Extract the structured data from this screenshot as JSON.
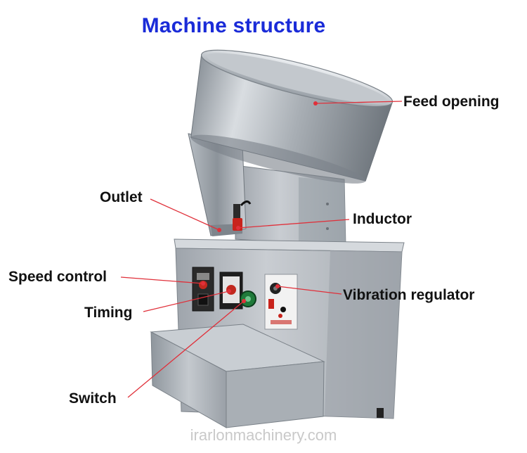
{
  "title": "Machine structure",
  "callouts": {
    "feed_opening": "Feed opening",
    "outlet": "Outlet",
    "inductor": "Inductor",
    "speed_control": "Speed control",
    "timing": "Timing",
    "vibration_regulator": "Vibration regulator",
    "switch": "Switch"
  },
  "watermark": "irarlonmachinery.com",
  "colors": {
    "title": "#1a2bd8",
    "leader_line": "#e0303a",
    "steel": "#b9bec4"
  }
}
